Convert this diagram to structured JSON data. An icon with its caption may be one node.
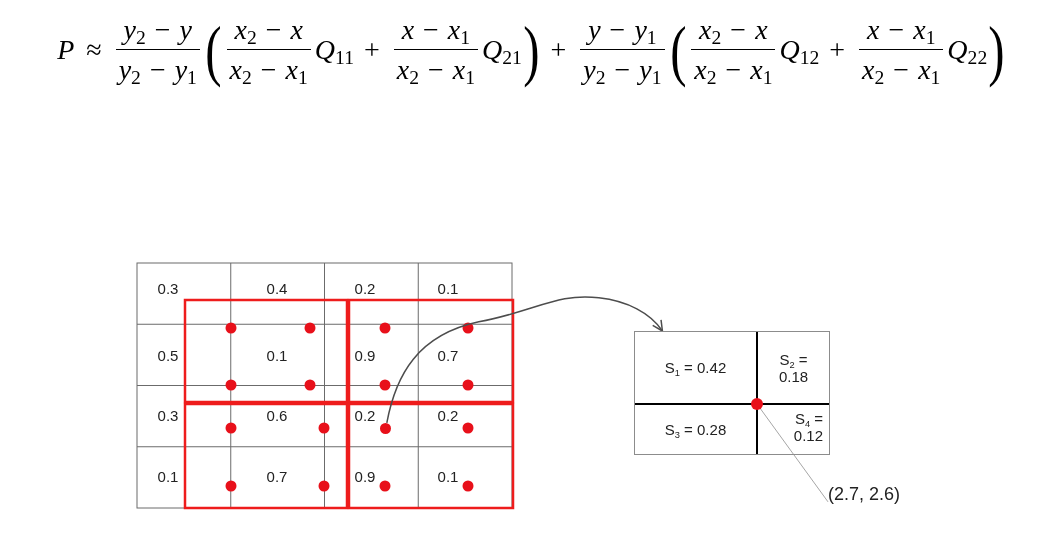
{
  "diagram": {
    "nodes": [
      {
        "text": [],
        "shape": "circle"
      },
      {
        "text": [],
        "shape": "box"
      },
      {
        "text": [
          "S$_{1}$ = 0.42"
        ],
        "in": 1
      },
      {
        "text": [
          "S$_{2}$ = 0.18"
        ],
        "in": 1
      },
      {
        "text": [
          "S$_{3}$ = 0.28"
        ],
        "in": 1
      },
      {
        "text": [
          "S$_{4}$ = 0.12"
        ],
        "in": 1
      },
      {
        "text": [],
        "shape": "circle",
        "in": 1
      },
      {
        "text": [
          "(2.7, 2.6)"
        ]
      }
    ],
    "edges": [
      {
        "from": 0,
        "to": 1,
        "arrow": "to"
      },
      {
        "from": 7,
        "to": 6,
        "arrow": "none",
        "color": "#a6a6a6"
      }
    ],
    "labels": [
      "*P*",
      "≈",
      "*y*$_{2}$ − *y*",
      "*y*$_{2}$ − *y*$_{1}$",
      "(",
      "*x*$_{2}$ − *x*",
      "*x*$_{2}$ − *x*$_{1}$",
      "*Q*$_{11}$",
      "+",
      "*x* − *x*$_{1}$",
      "*x*$_{2}$ − *x*$_{1}$",
      "*Q*$_{21}$",
      ")",
      "+",
      "*y* − *y*$_{1}$",
      "*y*$_{2}$ − *y*$_{1}$",
      "(",
      "*x*$_{2}$ − *x*",
      "*x*$_{2}$ − *x*$_{1}$",
      "*Q*$_{12}$",
      "+",
      "*x* − *x*$_{1}$",
      "*x*$_{2}$ − *x*$_{1}$",
      "*Q*$_{22}$",
      ")",
      "0.3",
      "0.4",
      "0.2",
      "0.1",
      "0.5",
      "0.1",
      "0.9",
      "0.7",
      "0.3",
      "0.6",
      "0.2",
      "0.2",
      "0.1",
      "0.7",
      "0.9",
      "0.1"
    ]
  }
}
